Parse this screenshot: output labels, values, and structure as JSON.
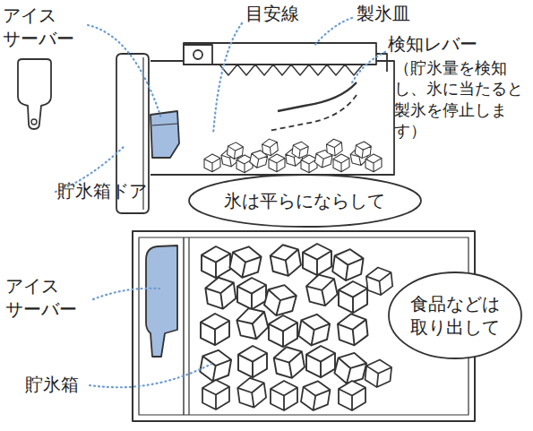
{
  "diagram": {
    "nodes": [
      {
        "text": [
          "氷は平らにならして"
        ]
      },
      {
        "text": [
          "食品などは 取り出して"
        ]
      }
    ],
    "labels": [
      "アイス サーバー",
      "目安線",
      "製氷皿",
      "検知レバー",
      "（貯氷量を検知し、氷に当たると製氷を停止します）",
      "貯氷箱ドア",
      "アイス サーバー",
      "貯氷箱"
    ]
  }
}
